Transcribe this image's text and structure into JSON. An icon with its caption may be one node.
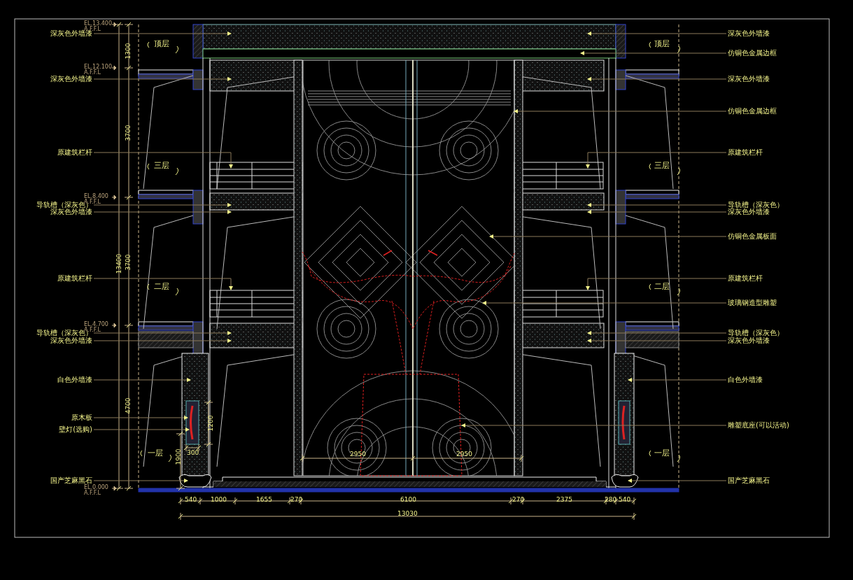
{
  "diagram": {
    "nodes": [
      {
        "text": [
          "深灰色外墙漆"
        ]
      },
      {
        "text": [
          "深灰色外墙漆"
        ]
      },
      {
        "text": [
          "原建筑栏杆"
        ]
      },
      {
        "text": [
          "导轨槽（深灰色）"
        ]
      },
      {
        "text": [
          "深灰色外墙漆"
        ]
      },
      {
        "text": [
          "原建筑栏杆"
        ]
      },
      {
        "text": [
          "导轨槽（深灰色）"
        ]
      },
      {
        "text": [
          "深灰色外墙漆"
        ]
      },
      {
        "text": [
          "白色外墙漆"
        ]
      },
      {
        "text": [
          "原木板"
        ]
      },
      {
        "text": [
          "壁灯(选购)"
        ]
      },
      {
        "text": [
          "国产芝麻黑石"
        ]
      },
      {
        "text": [
          "深灰色外墙漆"
        ]
      },
      {
        "text": [
          "仿铜色金属边框"
        ]
      },
      {
        "text": [
          "深灰色外墙漆"
        ]
      },
      {
        "text": [
          "仿铜色金属边框"
        ]
      },
      {
        "text": [
          "原建筑栏杆"
        ]
      },
      {
        "text": [
          "导轨槽（深灰色）"
        ]
      },
      {
        "text": [
          "深灰色外墙漆"
        ]
      },
      {
        "text": [
          "仿铜色金属板面"
        ]
      },
      {
        "text": [
          "原建筑栏杆"
        ]
      },
      {
        "text": [
          "玻璃钢造型雕塑"
        ]
      },
      {
        "text": [
          "导轨槽（深灰色）"
        ]
      },
      {
        "text": [
          "深灰色外墙漆"
        ]
      },
      {
        "text": [
          "白色外墙漆"
        ]
      },
      {
        "text": [
          "雕塑底座(可以活动)"
        ]
      },
      {
        "text": [
          "国产芝麻黑石"
        ]
      },
      {
        "text": [],
        "shape": "box"
      }
    ],
    "edges": [
      {
        "from": 0,
        "to": null,
        "arrow": "to"
      },
      {
        "from": 1,
        "to": null,
        "arrow": "to"
      },
      {
        "from": 2,
        "to": null,
        "arrow": "to"
      },
      {
        "from": 3,
        "to": null,
        "arrow": "to"
      },
      {
        "from": 4,
        "to": null,
        "arrow": "to"
      },
      {
        "from": 5,
        "to": null,
        "arrow": "to"
      },
      {
        "from": 6,
        "to": null,
        "arrow": "to"
      },
      {
        "from": 7,
        "to": null,
        "arrow": "to"
      },
      {
        "from": 8,
        "to": null,
        "arrow": "to"
      },
      {
        "from": 9,
        "to": null,
        "arrow": "to"
      },
      {
        "from": 10,
        "to": null,
        "arrow": "to"
      },
      {
        "from": 11,
        "to": null,
        "arrow": "to"
      },
      {
        "from": 12,
        "to": null,
        "arrow": "to"
      },
      {
        "from": 13,
        "to": null,
        "arrow": "to"
      },
      {
        "from": 14,
        "to": null,
        "arrow": "to"
      },
      {
        "from": 15,
        "to": null,
        "arrow": "to"
      },
      {
        "from": 16,
        "to": null,
        "arrow": "to"
      },
      {
        "from": 17,
        "to": null,
        "arrow": "to"
      },
      {
        "from": 18,
        "to": null,
        "arrow": "to"
      },
      {
        "from": 19,
        "to": null,
        "arrow": "to"
      },
      {
        "from": 20,
        "to": null,
        "arrow": "to"
      },
      {
        "from": 21,
        "to": null,
        "arrow": "to"
      },
      {
        "from": 22,
        "to": null,
        "arrow": "to"
      },
      {
        "from": 23,
        "to": null,
        "arrow": "to"
      },
      {
        "from": 24,
        "to": null,
        "arrow": "to"
      },
      {
        "from": 25,
        "to": 27,
        "arrow": "to"
      },
      {
        "from": 26,
        "to": null,
        "arrow": "to"
      }
    ],
    "labels": [
      "EL.13.400 A.F.F.L",
      "顶层",
      "1300",
      "顶层",
      "EL.12.100 A.F.F.L",
      "3700",
      "三层",
      "三层",
      "EL.8.400 A.F.F.L",
      "13400",
      "3700",
      "二层",
      "二层",
      "EL.4.700 A.F.F.L",
      "4700",
      "1200",
      "一层",
      "1900",
      "300",
      "2950",
      "2950",
      "一层",
      "EL.0.000 A.F.F.L",
      "540",
      "1000",
      "1655",
      "270",
      "6100",
      "270",
      "2375",
      "280",
      "540",
      "13030"
    ]
  }
}
